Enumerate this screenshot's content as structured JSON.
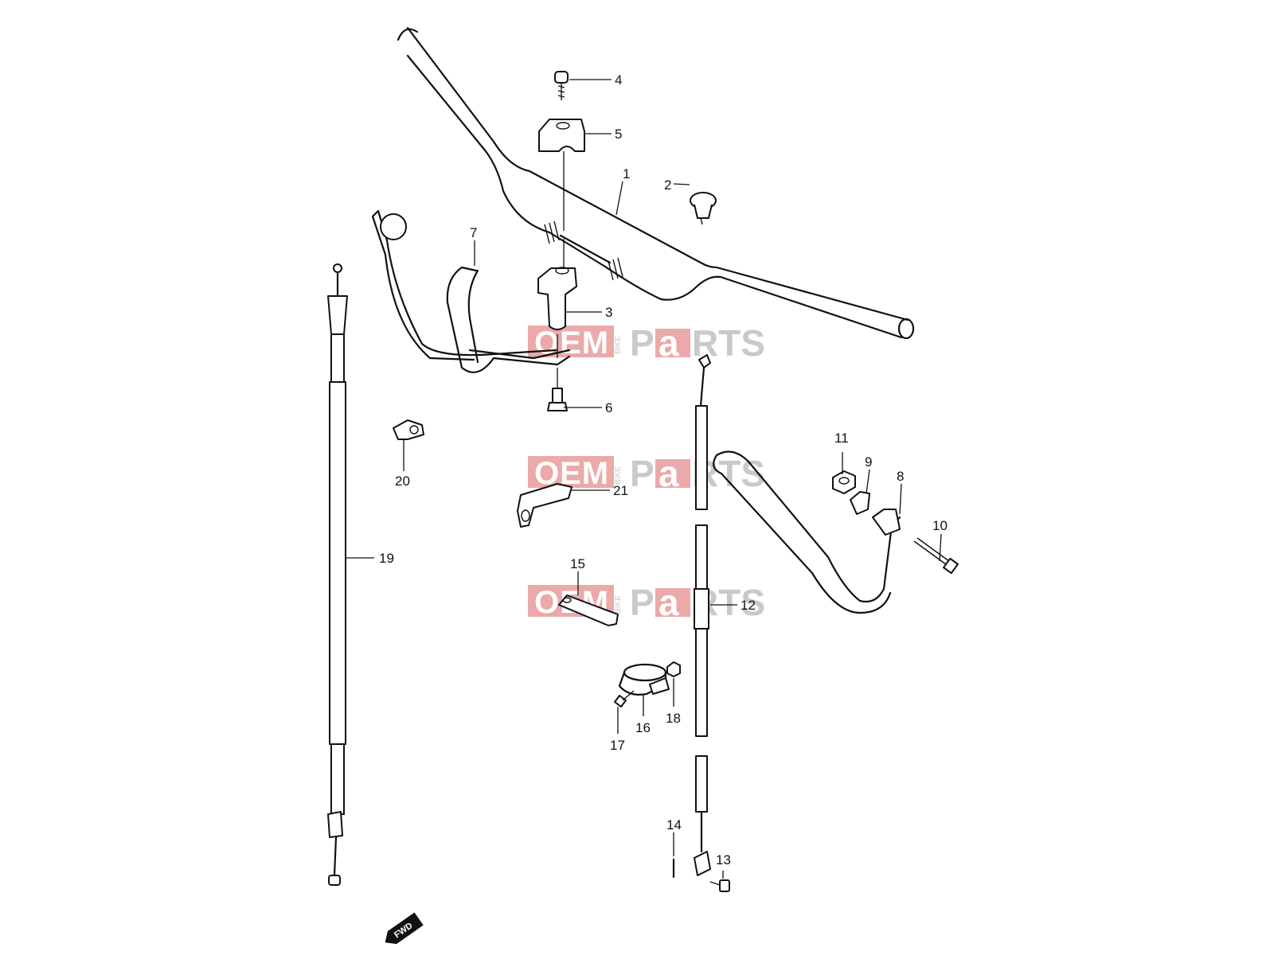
{
  "callouts": [
    "1",
    "2",
    "3",
    "4",
    "5",
    "6",
    "7",
    "8",
    "9",
    "10",
    "11",
    "12",
    "13",
    "14",
    "15",
    "16",
    "17",
    "18",
    "19",
    "20",
    "21"
  ],
  "watermark": {
    "brand": "OEM",
    "tag": "BIKE",
    "word_a": "P",
    "word_b": "a",
    "word_c": "RTS"
  },
  "fwd_label": "FWD",
  "colors": {
    "line": "#111111",
    "watermark_red": "#e89a9a",
    "watermark_gray": "#c9c9c9"
  }
}
